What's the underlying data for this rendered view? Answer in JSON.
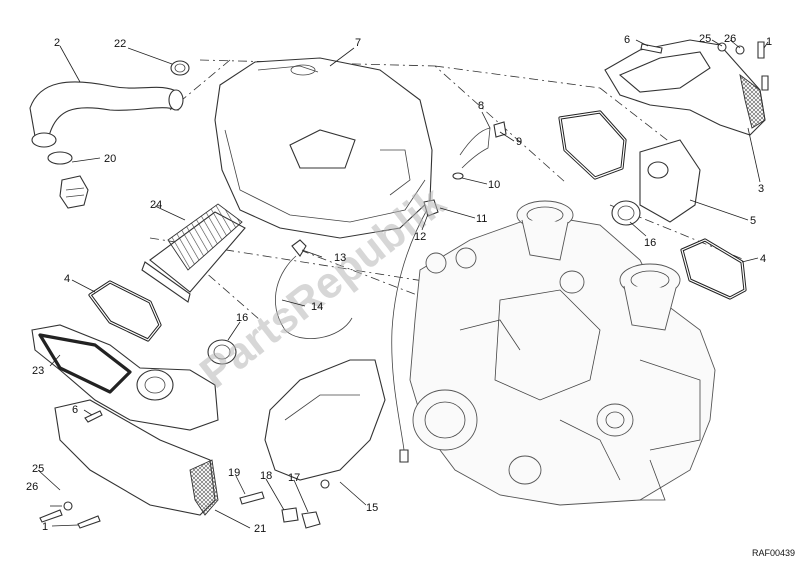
{
  "diagram": {
    "reference_code": "RAF00439",
    "watermark": "PartsRepublik",
    "callouts": [
      "1",
      "2",
      "3",
      "4",
      "5",
      "6",
      "7",
      "8",
      "9",
      "10",
      "11",
      "12",
      "13",
      "14",
      "15",
      "16",
      "17",
      "18",
      "19",
      "20",
      "21",
      "22",
      "23",
      "24",
      "25",
      "26"
    ]
  }
}
